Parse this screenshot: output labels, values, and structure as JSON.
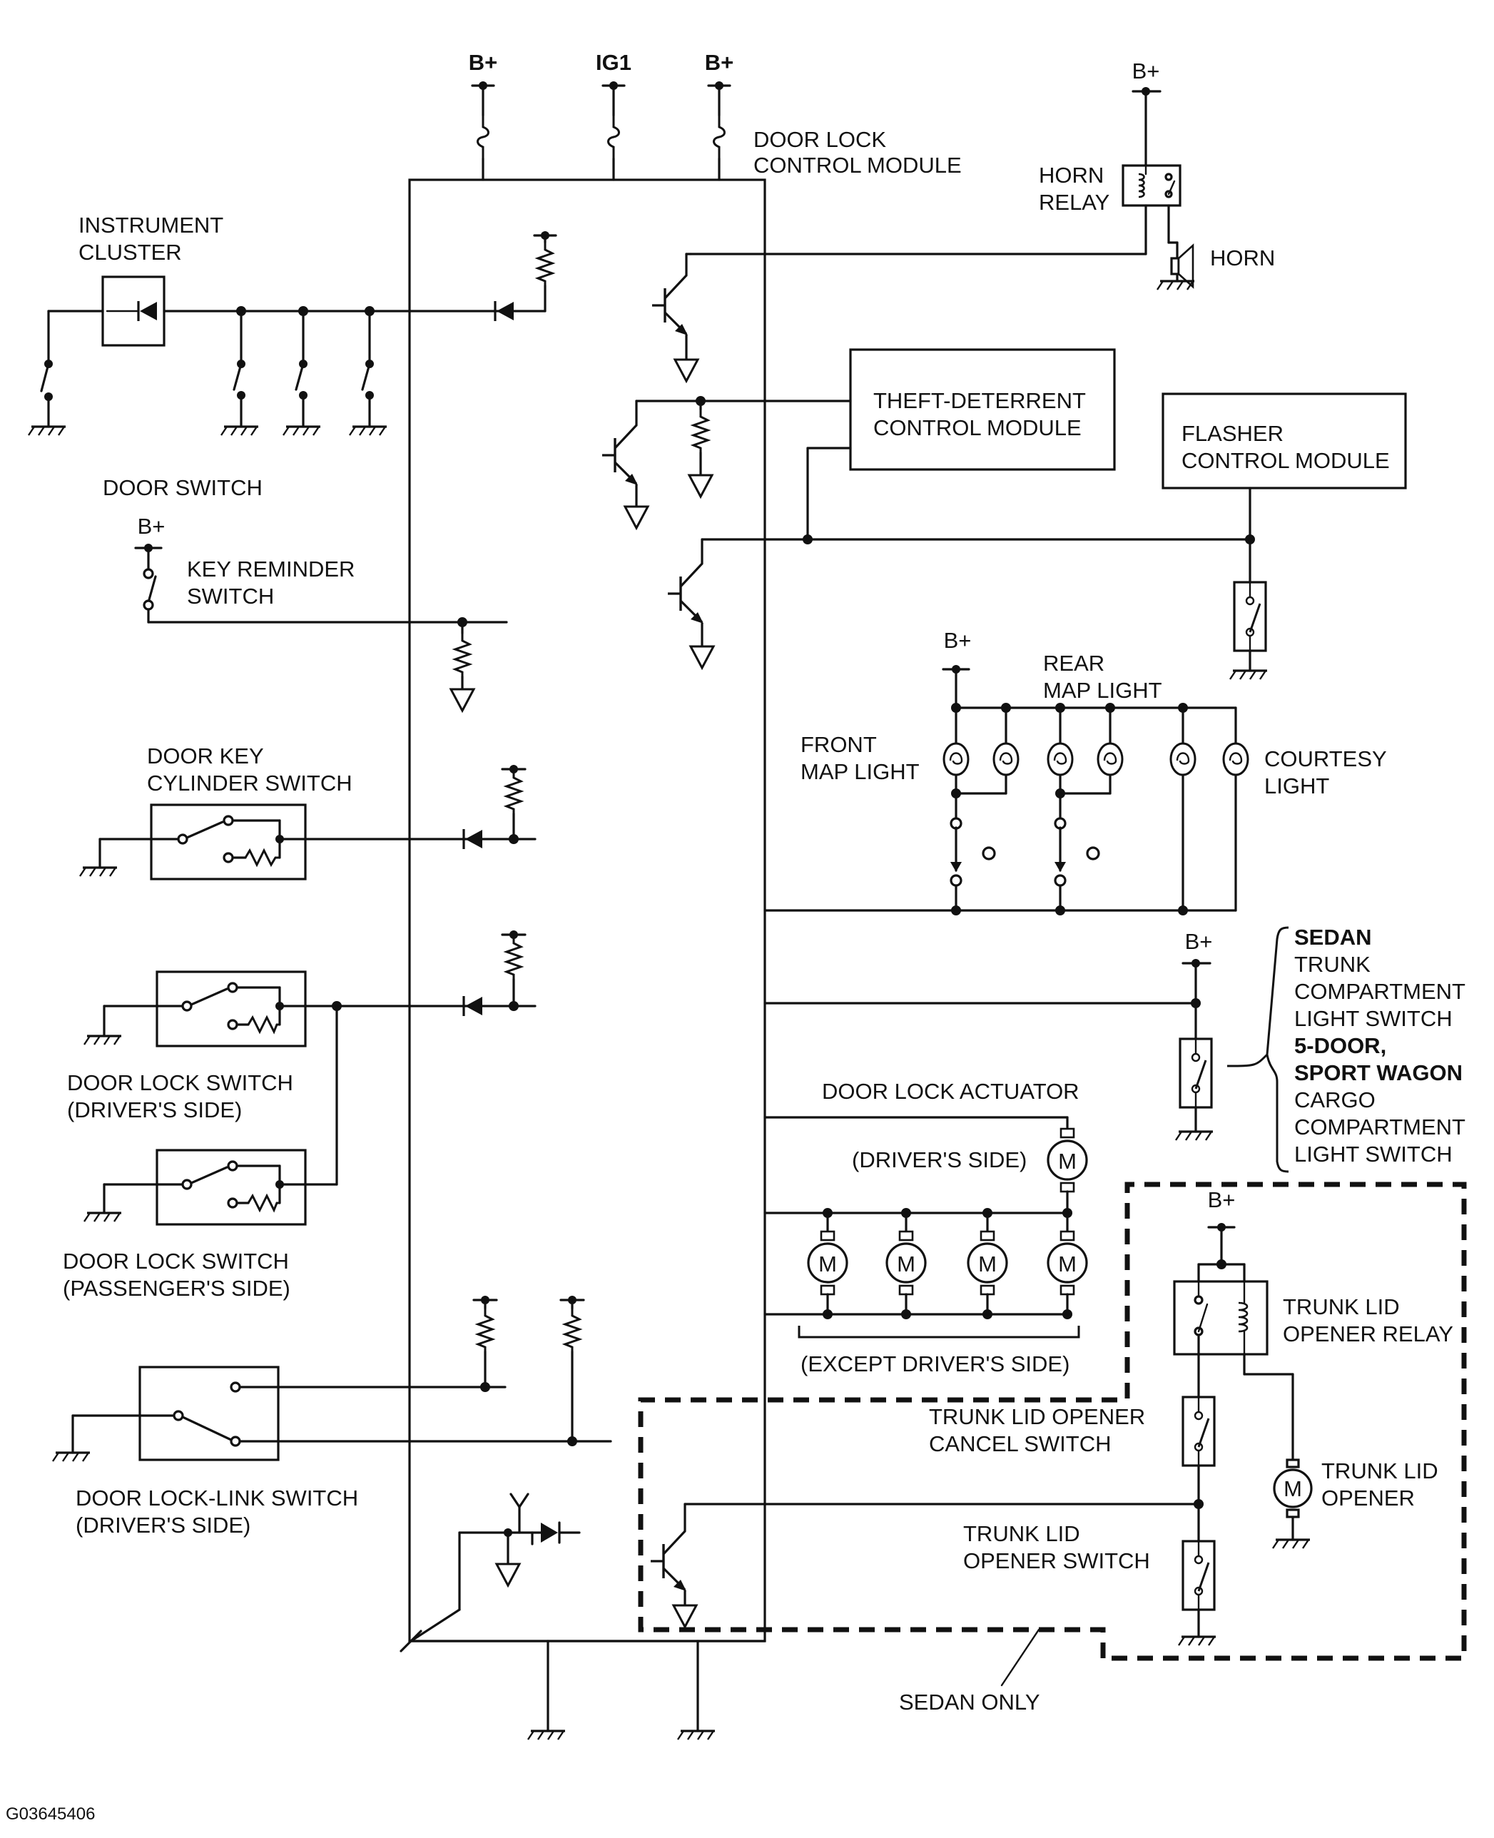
{
  "supplies": {
    "b_plus": "B+",
    "ig1": "IG1"
  },
  "modules": {
    "door_lock_control_module": [
      "DOOR LOCK",
      "CONTROL MODULE"
    ],
    "theft_deterrent_control_module": [
      "THEFT-DETERRENT",
      "CONTROL MODULE"
    ],
    "flasher_control_module": [
      "FLASHER",
      "CONTROL MODULE"
    ],
    "instrument_cluster": [
      "INSTRUMENT",
      "CLUSTER"
    ],
    "horn_relay": [
      "HORN",
      "RELAY"
    ],
    "horn": "HORN"
  },
  "switches": {
    "door_switch": "DOOR SWITCH",
    "key_reminder_switch": [
      "KEY REMINDER",
      "SWITCH"
    ],
    "door_key_cylinder_switch": [
      "DOOR KEY",
      "CYLINDER SWITCH"
    ],
    "door_lock_switch_driver": [
      "DOOR LOCK SWITCH",
      "(DRIVER'S SIDE)"
    ],
    "door_lock_switch_passenger": [
      "DOOR LOCK SWITCH",
      "(PASSENGER'S SIDE)"
    ],
    "door_lock_link_switch": [
      "DOOR LOCK-LINK SWITCH",
      "(DRIVER'S SIDE)"
    ]
  },
  "lights": {
    "front_map_light": [
      "FRONT",
      "MAP LIGHT"
    ],
    "rear_map_light": [
      "REAR",
      "MAP LIGHT"
    ],
    "courtesy_light": [
      "COURTESY",
      "LIGHT"
    ]
  },
  "compartment_switch": {
    "sedan_heading": "SEDAN",
    "sedan_lines": [
      "TRUNK",
      "COMPARTMENT",
      "LIGHT SWITCH"
    ],
    "wagon_heading": [
      "5-DOOR,",
      "SPORT WAGON"
    ],
    "wagon_lines": [
      "CARGO",
      "COMPARTMENT",
      "LIGHT SWITCH"
    ]
  },
  "actuators": {
    "door_lock_actuator": "DOOR LOCK ACTUATOR",
    "drivers_side": "(DRIVER'S SIDE)",
    "except_drivers_side": "(EXCEPT DRIVER'S SIDE)",
    "motor_symbol": "M"
  },
  "trunk": {
    "opener_relay": [
      "TRUNK LID",
      "OPENER RELAY"
    ],
    "cancel_switch": [
      "TRUNK LID OPENER",
      "CANCEL SWITCH"
    ],
    "opener": [
      "TRUNK LID",
      "OPENER"
    ],
    "opener_switch": [
      "TRUNK LID",
      "OPENER SWITCH"
    ],
    "sedan_only": "SEDAN ONLY"
  },
  "figure_id": "G03645406"
}
